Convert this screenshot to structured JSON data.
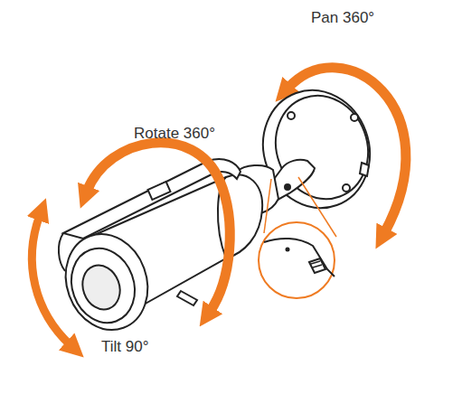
{
  "diagram": {
    "labels": [
      "Pan 360°",
      "Rotate 360°",
      "Tilt 90°"
    ]
  }
}
